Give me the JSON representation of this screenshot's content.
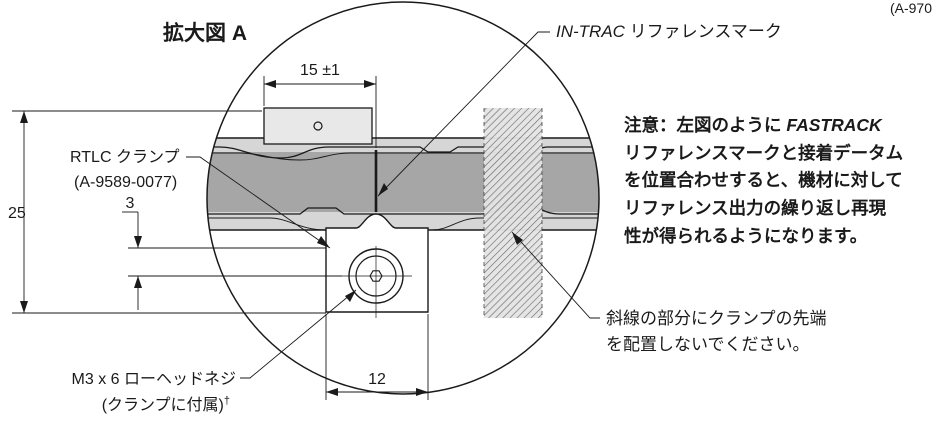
{
  "figure_ref": "(A-970",
  "detail_title": "拡大図 A",
  "incremental_mark_label": {
    "italic": "IN-TRAC",
    "rest": " リファレンスマーク"
  },
  "dims": {
    "width_15": "15 ±1",
    "height_25": "25",
    "offset_3": "3",
    "width_12": "12"
  },
  "clamp_label": {
    "line1": "RTLC クランプ",
    "line2": "(A-9589-0077)"
  },
  "screw_label": {
    "line1": "M3 x 6 ローヘッドネジ",
    "line2": "(クランプに付属)",
    "dagger": "†"
  },
  "note": {
    "heading": "注意：",
    "line1_pre": "左図のように ",
    "line1_ital": "FASTRACK",
    "line2": "リファレンスマークと接着データム",
    "line3": "を位置合わせすると、機材に対して",
    "line4": "リファレンス出力の繰り返し再現",
    "line5": "性が得られるようになります。"
  },
  "hatch_note": {
    "line1": "斜線の部分にクランプの先端",
    "line2": "を配置しないでください。"
  },
  "colors": {
    "band_light": "#d6d6d6",
    "band_dark": "#a6a6a6",
    "line": "#1a1a1a",
    "hatch": "#666666"
  }
}
